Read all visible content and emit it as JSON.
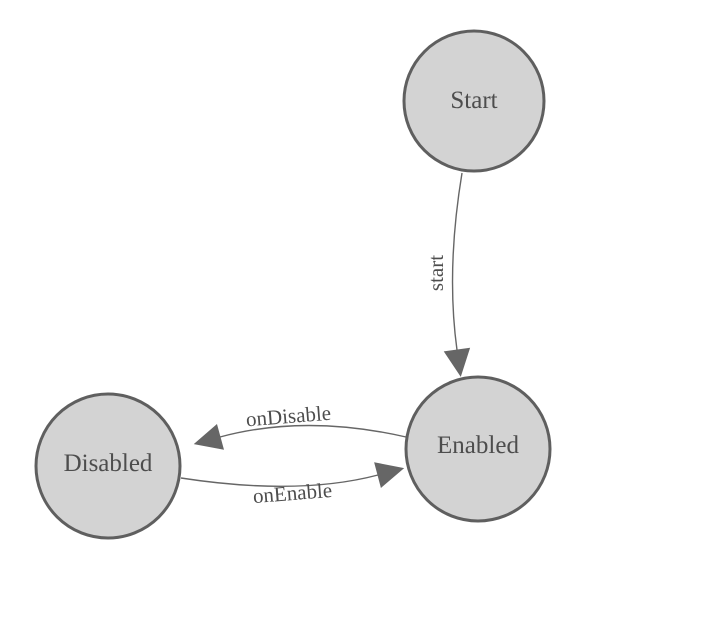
{
  "diagram": {
    "type": "state-machine",
    "states": [
      {
        "id": "start",
        "label": "Start"
      },
      {
        "id": "enabled",
        "label": "Enabled"
      },
      {
        "id": "disabled",
        "label": "Disabled"
      }
    ],
    "transitions": [
      {
        "from": "Start",
        "to": "Enabled",
        "label": "start"
      },
      {
        "from": "Enabled",
        "to": "Disabled",
        "label": "onDisable"
      },
      {
        "from": "Disabled",
        "to": "Enabled",
        "label": "onEnable"
      }
    ],
    "colors": {
      "background": "#ffffff",
      "node_fill": "#d3d3d3",
      "node_stroke": "#5f5f5f",
      "edge_stroke": "#666666",
      "text": "#4d4d4d"
    }
  }
}
